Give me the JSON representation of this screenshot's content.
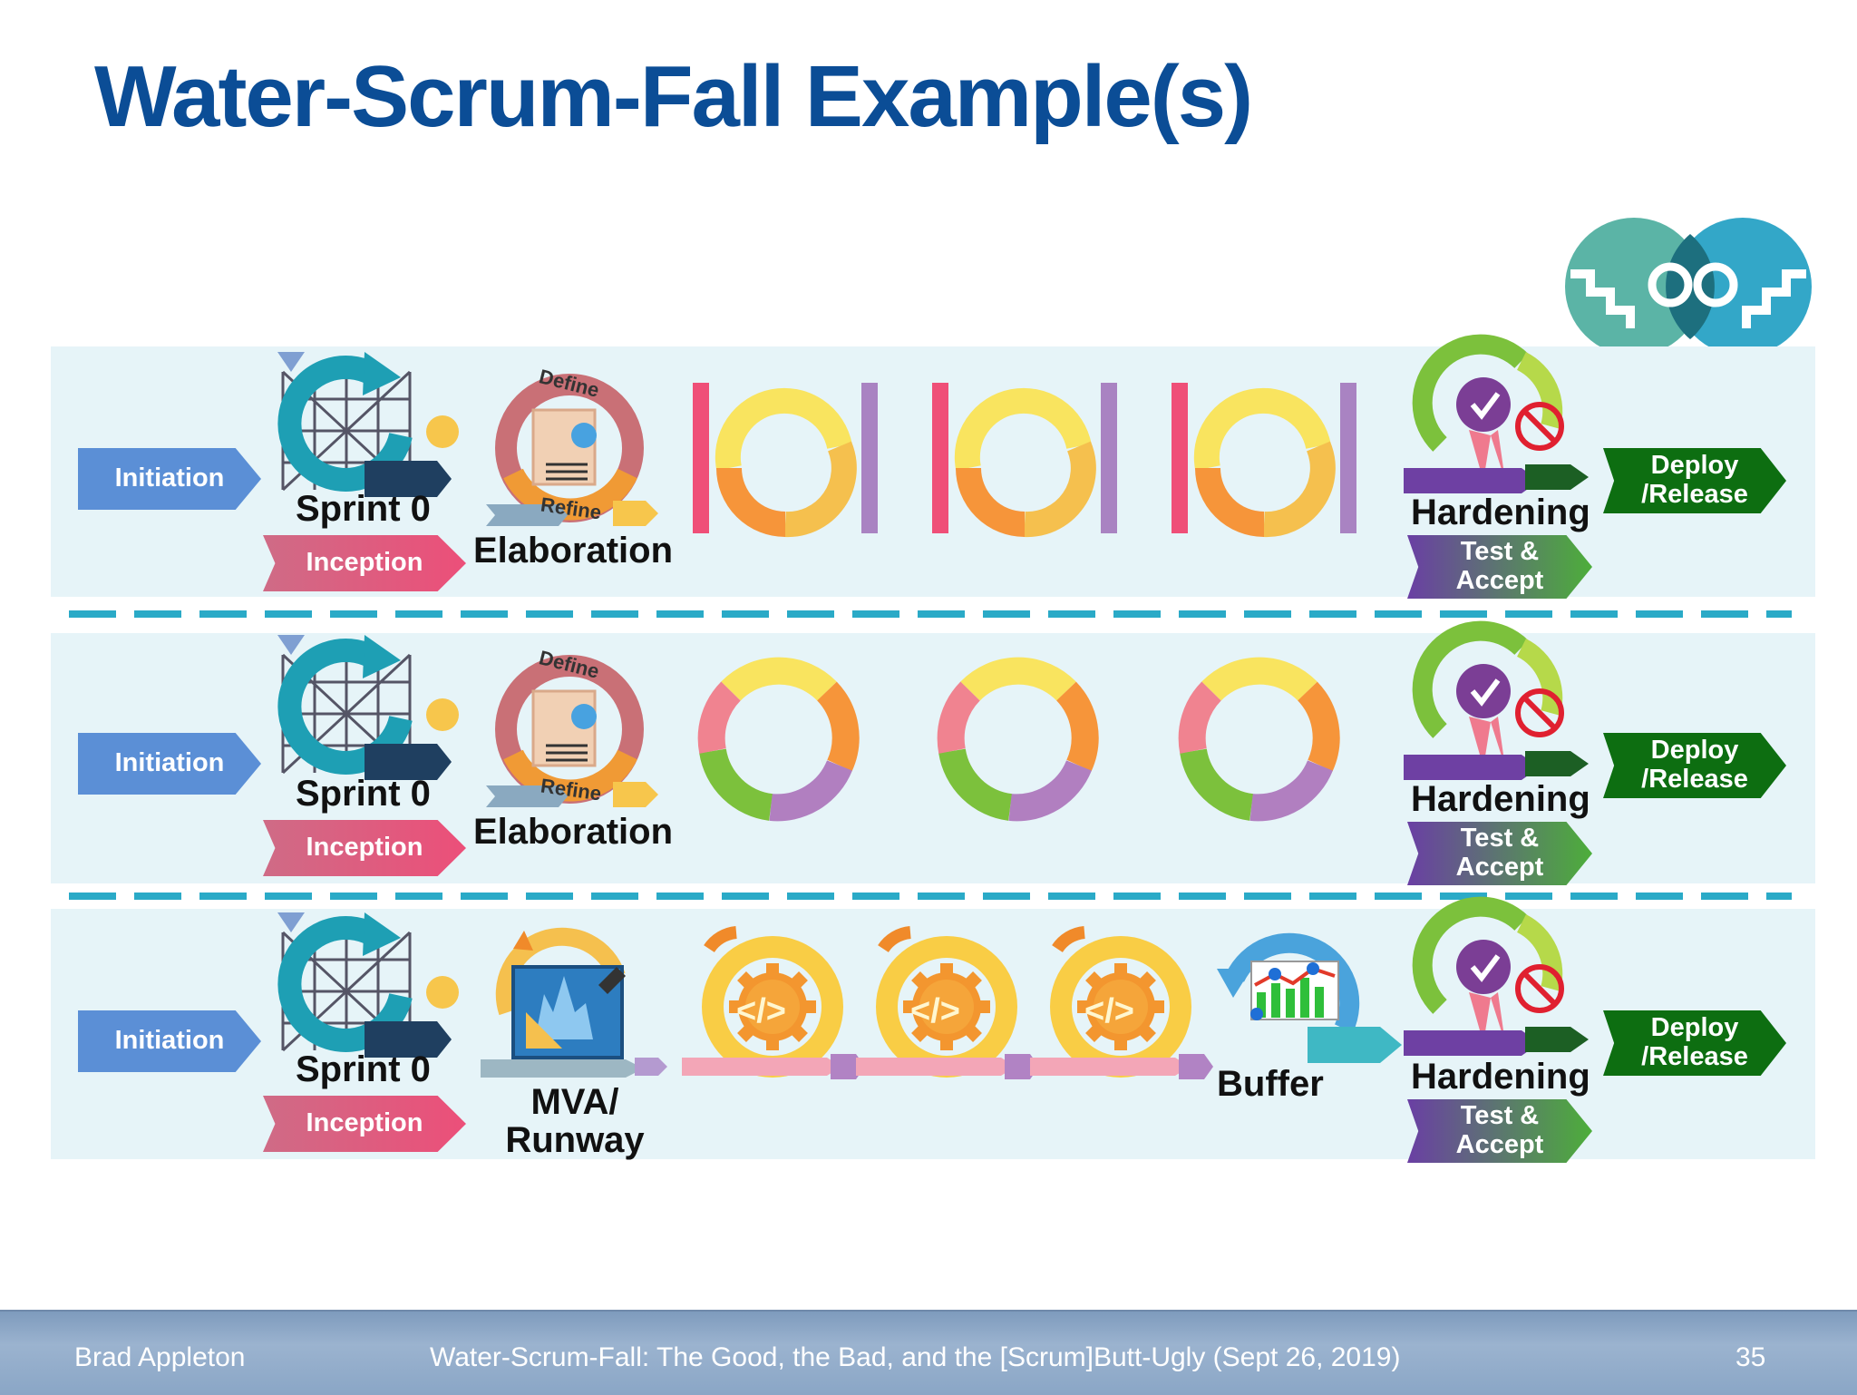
{
  "slide": {
    "title": "Water-Scrum-Fall Example(s)"
  },
  "rows": [
    {
      "initiation": "Initiation",
      "sprint0": "Sprint 0",
      "inception": "Inception",
      "elaboration": "Elaboration",
      "define": "Define",
      "refine": "Refine",
      "hardening": "Hardening",
      "test_accept": "Test & Accept",
      "deploy": "Deploy /Release"
    },
    {
      "initiation": "Initiation",
      "sprint0": "Sprint 0",
      "inception": "Inception",
      "elaboration": "Elaboration",
      "define": "Define",
      "refine": "Refine",
      "hardening": "Hardening",
      "test_accept": "Test & Accept",
      "deploy": "Deploy /Release"
    },
    {
      "initiation": "Initiation",
      "sprint0": "Sprint 0",
      "inception": "Inception",
      "mva": "MVA/ Runway",
      "code_tag": "</>",
      "buffer": "Buffer",
      "hardening": "Hardening",
      "test_accept": "Test & Accept",
      "deploy": "Deploy /Release"
    }
  ],
  "footer": {
    "author": "Brad Appleton",
    "talk": "Water-Scrum-Fall: The Good, the Bad, and the [Scrum]Butt-Ugly (Sept 26, 2019)",
    "page": "35"
  },
  "colors": {
    "title": "#0b4d96",
    "initiation": "#5b8fd6",
    "deploy": "#0d6e11",
    "dash": "#2aaac7"
  },
  "icons": [
    "scrum-loop-icon",
    "define-refine-cycle-icon",
    "sprint-cycle-icon",
    "code-gear-cycle-icon",
    "blueprint-icon",
    "buffer-chart-icon",
    "hardening-ribbon-icon",
    "water-scrum-logo-icon"
  ]
}
